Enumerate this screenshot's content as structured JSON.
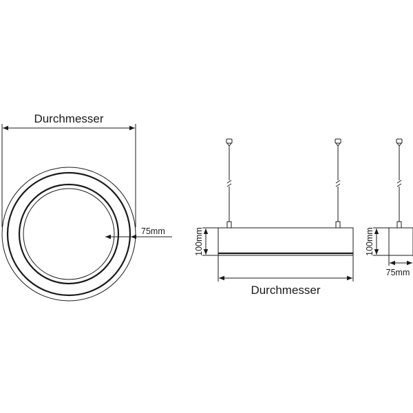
{
  "front_view": {
    "diameter_label": "Durchmesser",
    "ring_width_label": "75mm"
  },
  "side_view": {
    "height_label": "100mm",
    "diameter_label": "Durchmesser"
  },
  "end_view": {
    "height_label": "100mm",
    "width_label": "75mm"
  },
  "colors": {
    "line": "#1a1a1a",
    "background": "#ffffff"
  }
}
